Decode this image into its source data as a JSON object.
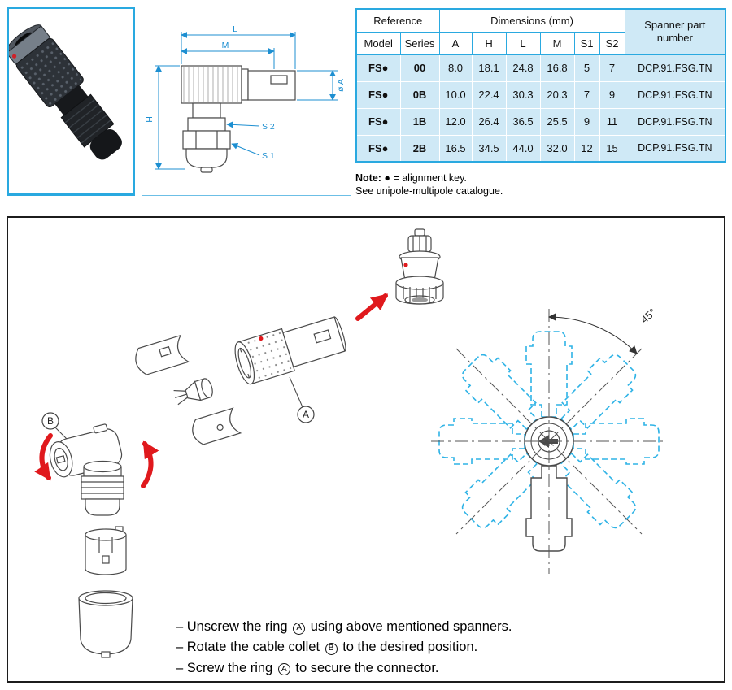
{
  "colors": {
    "accent_blue": "#29a9e0",
    "table_fill": "#cfe9f6",
    "dashed_cyan": "#2fb3e6",
    "arrow_red": "#e0191d",
    "line_gray": "#4a4a4a",
    "dim_blue": "#1d8fd1"
  },
  "table": {
    "header": {
      "reference": "Reference",
      "dimensions": "Dimensions (mm)",
      "spanner": "Spanner part number"
    },
    "columns": [
      "Model",
      "Series",
      "A",
      "H",
      "L",
      "M",
      "S1",
      "S2"
    ],
    "rows": [
      {
        "model": "FS●",
        "series": "00",
        "a": "8.0",
        "h": "18.1",
        "l": "24.8",
        "m": "16.8",
        "s1": "5",
        "s2": "7",
        "spanner": "DCP.91.FSG.TN"
      },
      {
        "model": "FS●",
        "series": "0B",
        "a": "10.0",
        "h": "22.4",
        "l": "30.3",
        "m": "20.3",
        "s1": "7",
        "s2": "9",
        "spanner": "DCP.91.FSG.TN"
      },
      {
        "model": "FS●",
        "series": "1B",
        "a": "12.0",
        "h": "26.4",
        "l": "36.5",
        "m": "25.5",
        "s1": "9",
        "s2": "11",
        "spanner": "DCP.91.FSG.TN"
      },
      {
        "model": "FS●",
        "series": "2B",
        "a": "16.5",
        "h": "34.5",
        "l": "44.0",
        "m": "32.0",
        "s1": "12",
        "s2": "15",
        "spanner": "DCP.91.FSG.TN"
      }
    ]
  },
  "note": {
    "label": "Note:",
    "text": " ● = alignment key.",
    "line2": "See unipole-multipole catalogue."
  },
  "dimension_drawing": {
    "labels": {
      "l": "L",
      "m": "M",
      "h": "H",
      "dia": "ø A",
      "s2": "S 2",
      "s1": "S 1"
    }
  },
  "rotation_diagram": {
    "angle": "45°"
  },
  "callouts": {
    "a": "A",
    "b": "B"
  },
  "instructions": [
    {
      "pre": "– Unscrew the ring ",
      "key": "A",
      "post": " using above mentioned spanners."
    },
    {
      "pre": "– Rotate the cable collet ",
      "key": "B",
      "post": " to the desired position."
    },
    {
      "pre": "– Screw the ring ",
      "key": "A",
      "post": " to secure the connector."
    }
  ]
}
